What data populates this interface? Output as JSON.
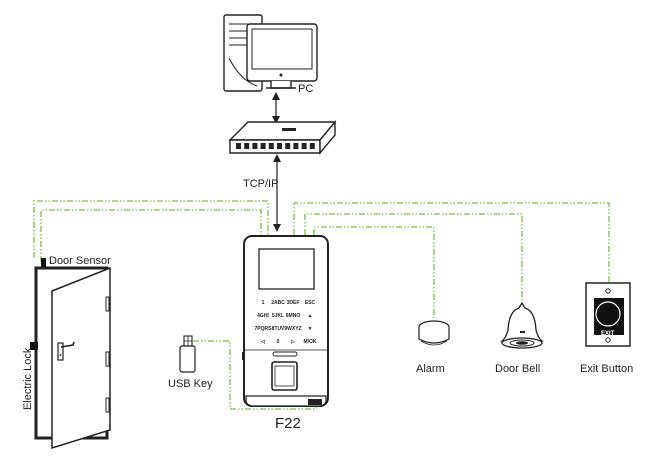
{
  "diagram": {
    "title": "F22 Access Control Wiring Diagram",
    "connection_color": "#7cbd3f",
    "labels": {
      "pc": "PC",
      "network": "TCP/IP",
      "device": "F22",
      "door_sensor": "Door Sensor",
      "electric_lock": "Electric Lock",
      "usb_key": "USB Key",
      "alarm": "Alarm",
      "door_bell": "Door Bell",
      "exit_button": "Exit Button",
      "exit_button_text": "EXIT"
    },
    "keypad": [
      [
        "1",
        "2ABC",
        "3DEF",
        "ESC"
      ],
      [
        "4GHI",
        "5JKL",
        "6MNO",
        "▲"
      ],
      [
        "7PQRS",
        "8TUV",
        "9WXYZ",
        "▼"
      ],
      [
        "◁",
        "0",
        "▷",
        "M/OK"
      ]
    ],
    "nodes": [
      {
        "id": "pc",
        "label": "PC"
      },
      {
        "id": "switch",
        "label": ""
      },
      {
        "id": "f22",
        "label": "F22"
      },
      {
        "id": "door",
        "label": "Door Sensor / Electric Lock"
      },
      {
        "id": "usb",
        "label": "USB Key"
      },
      {
        "id": "alarm",
        "label": "Alarm"
      },
      {
        "id": "bell",
        "label": "Door Bell"
      },
      {
        "id": "exit",
        "label": "Exit Button"
      }
    ],
    "edges": [
      {
        "from": "pc",
        "to": "switch",
        "style": "solid-arrow-both"
      },
      {
        "from": "switch",
        "to": "f22",
        "style": "solid-arrow-both",
        "label": "TCP/IP"
      },
      {
        "from": "f22",
        "to": "door",
        "style": "dash-dot"
      },
      {
        "from": "f22",
        "to": "usb",
        "style": "dash-dot"
      },
      {
        "from": "f22",
        "to": "alarm",
        "style": "dash-dot"
      },
      {
        "from": "f22",
        "to": "bell",
        "style": "dash-dot"
      },
      {
        "from": "f22",
        "to": "exit",
        "style": "dash-dot"
      }
    ]
  }
}
